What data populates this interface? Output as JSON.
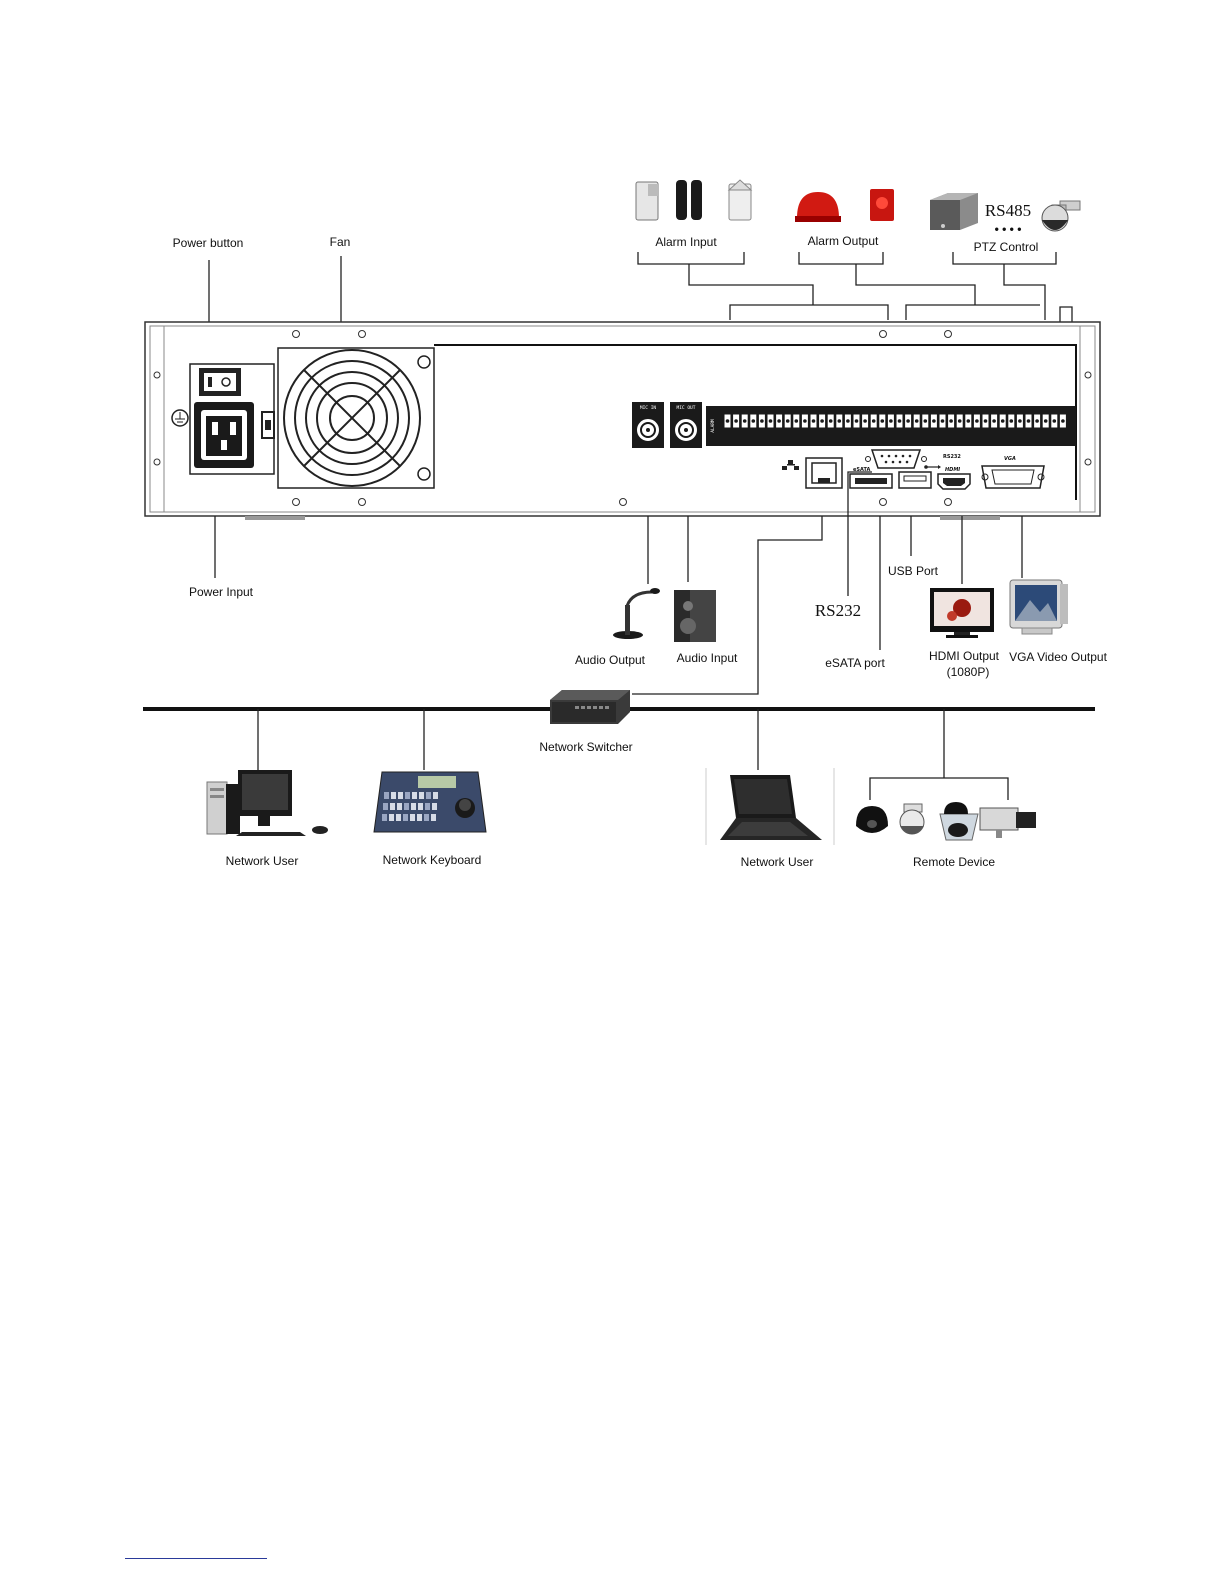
{
  "labels": {
    "power_button": "Power button",
    "fan": "Fan",
    "alarm_input": "Alarm Input",
    "alarm_output": "Alarm Output",
    "rs485": "RS485",
    "rs485_dots": "• • • •",
    "ptz_control": "PTZ Control",
    "power_input": "Power Input",
    "audio_output": "Audio Output",
    "audio_input": "Audio Input",
    "rs232": "RS232",
    "esata_port": "eSATA port",
    "usb_port": "USB Port",
    "hdmi_output": "HDMI Output",
    "hdmi_output_res": "(1080P)",
    "vga_video_output": "VGA Video Output",
    "network_switcher": "Network Switcher",
    "network_user_left": "Network User",
    "network_keyboard": "Network Keyboard",
    "network_user_right": "Network User",
    "remote_device": "Remote Device"
  },
  "panel": {
    "mic_in": "MIC IN",
    "mic_out": "MIC OUT",
    "alarm": "ALARM",
    "esata": "eSATA",
    "rs232": "RS232",
    "hdmi": "HDMI",
    "vga": "VGA"
  }
}
